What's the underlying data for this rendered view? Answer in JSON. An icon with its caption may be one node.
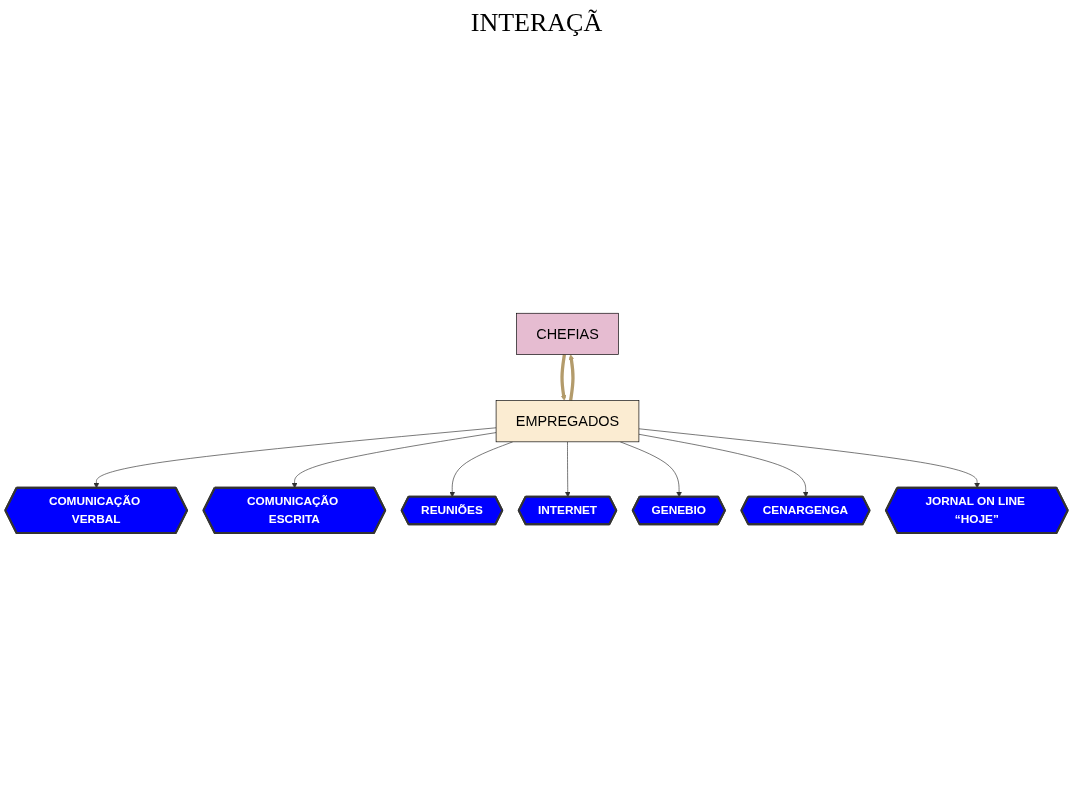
{
  "diagram": {
    "nodes": [
      {
        "text": [
          "CHEFIAS"
        ]
      },
      {
        "text": [
          "EMPREGADOS"
        ]
      },
      {
        "text": [
          "COMUNICAÇÃO VERBAL"
        ]
      },
      {
        "text": [
          "COMUNICAÇÃO ESCRITA"
        ]
      },
      {
        "text": [
          "REUNIÕES"
        ]
      },
      {
        "text": [
          "INTERNET"
        ]
      },
      {
        "text": [
          "GENEBIO"
        ]
      },
      {
        "text": [
          "CENARGENGA"
        ]
      },
      {
        "text": [
          "JORNAL ON LINE “HOJE”"
        ]
      }
    ],
    "edges": [
      {
        "from": 0,
        "to": 1,
        "arrow": "to",
        "style": "thick",
        "color": "#b39b6b"
      },
      {
        "from": 1,
        "to": 0,
        "arrow": "to",
        "style": "thick",
        "color": "#b39b6b"
      },
      {
        "from": 1,
        "to": 2,
        "arrow": "to"
      },
      {
        "from": 1,
        "to": 3,
        "arrow": "to"
      },
      {
        "from": 1,
        "to": 4,
        "arrow": "to"
      },
      {
        "from": 1,
        "to": 5,
        "arrow": "to"
      },
      {
        "from": 1,
        "to": 6,
        "arrow": "to"
      },
      {
        "from": 1,
        "to": 7,
        "arrow": "to"
      },
      {
        "from": 1,
        "to": 8,
        "arrow": "to"
      }
    ],
    "labels": [
      "INTERAÇÃ"
    ]
  }
}
